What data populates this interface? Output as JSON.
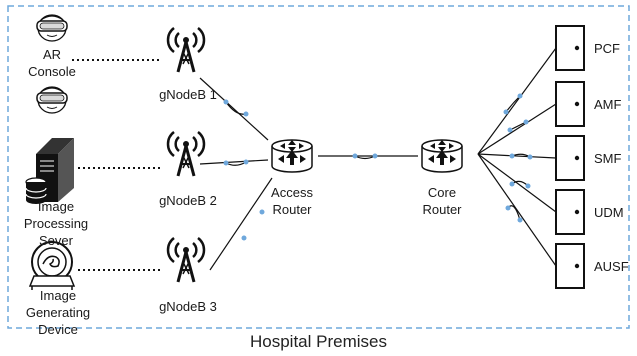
{
  "caption": "Hospital Premises",
  "devices": {
    "ar_console": "AR Console",
    "image_processing": "Image Processing Sever",
    "image_generating": "Image Generating Device"
  },
  "gnodebs": [
    "gNodeB 1",
    "gNodeB 2",
    "gNodeB 3"
  ],
  "routers": {
    "access": "Access Router",
    "core": "Core Router"
  },
  "functions": [
    "PCF",
    "AMF",
    "SMF",
    "UDM",
    "AUSF"
  ],
  "colors": {
    "boundary": "#6fa8dc",
    "link": "#222222",
    "link_marker": "#6fa8dc",
    "router_fill": "#ffffff"
  },
  "icons": {
    "ar": "vr-headset-icon",
    "server": "server-icon",
    "imaging": "medical-imaging-device-icon",
    "gnodeb": "cell-tower-icon",
    "router": "router-icon",
    "function": "network-function-door-icon"
  }
}
